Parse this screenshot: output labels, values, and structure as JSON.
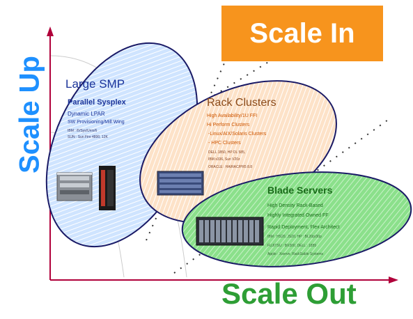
{
  "axes": {
    "scale_up": "Scale Up",
    "scale_out": "Scale Out",
    "scale_in": "Scale In"
  },
  "colors": {
    "scale_up": "#1e90ff",
    "scale_out": "#2e9e35",
    "scale_in_bg": "#f7941d",
    "axis": "#b0003a",
    "large_smp_fill": "#cfe4ff",
    "rack_fill": "#fde2c8",
    "blade_fill": "#8be08b"
  },
  "groups": {
    "large_smp": {
      "title": "Large SMP",
      "subtitle": "Parallel Sysplex",
      "lines": [
        "Dynamic LPAR",
        "SW Provisioning/Mill Wing",
        "IBM : i5/Sys/Unix/6",
        "SUN : Sun Fire 4800, 12K"
      ]
    },
    "rack_clusters": {
      "title": "Rack Clusters",
      "lines": [
        "High Availability/1U FFI",
        "Hi Perform Clusters",
        "-Linux/AIX/Solaris Clusters",
        "- HPC Clusters",
        "DELL 1850, HP DL 585,",
        "IBM x336, Sun V20z",
        "ORACLE : HA/RAC/PR5 8.8"
      ]
    },
    "blade_servers": {
      "title": "Blade Servers",
      "lines": [
        "High Density Rack-Based",
        "Highly Integrated Owned FF",
        "Rapid Deployment, Flex Architect",
        "IBM : HS20, JS20, HP : BL20p/30p",
        "FUJITSU : BX300, DELL : 1855",
        "Apple : Xserve, RackSable Systems"
      ]
    }
  }
}
